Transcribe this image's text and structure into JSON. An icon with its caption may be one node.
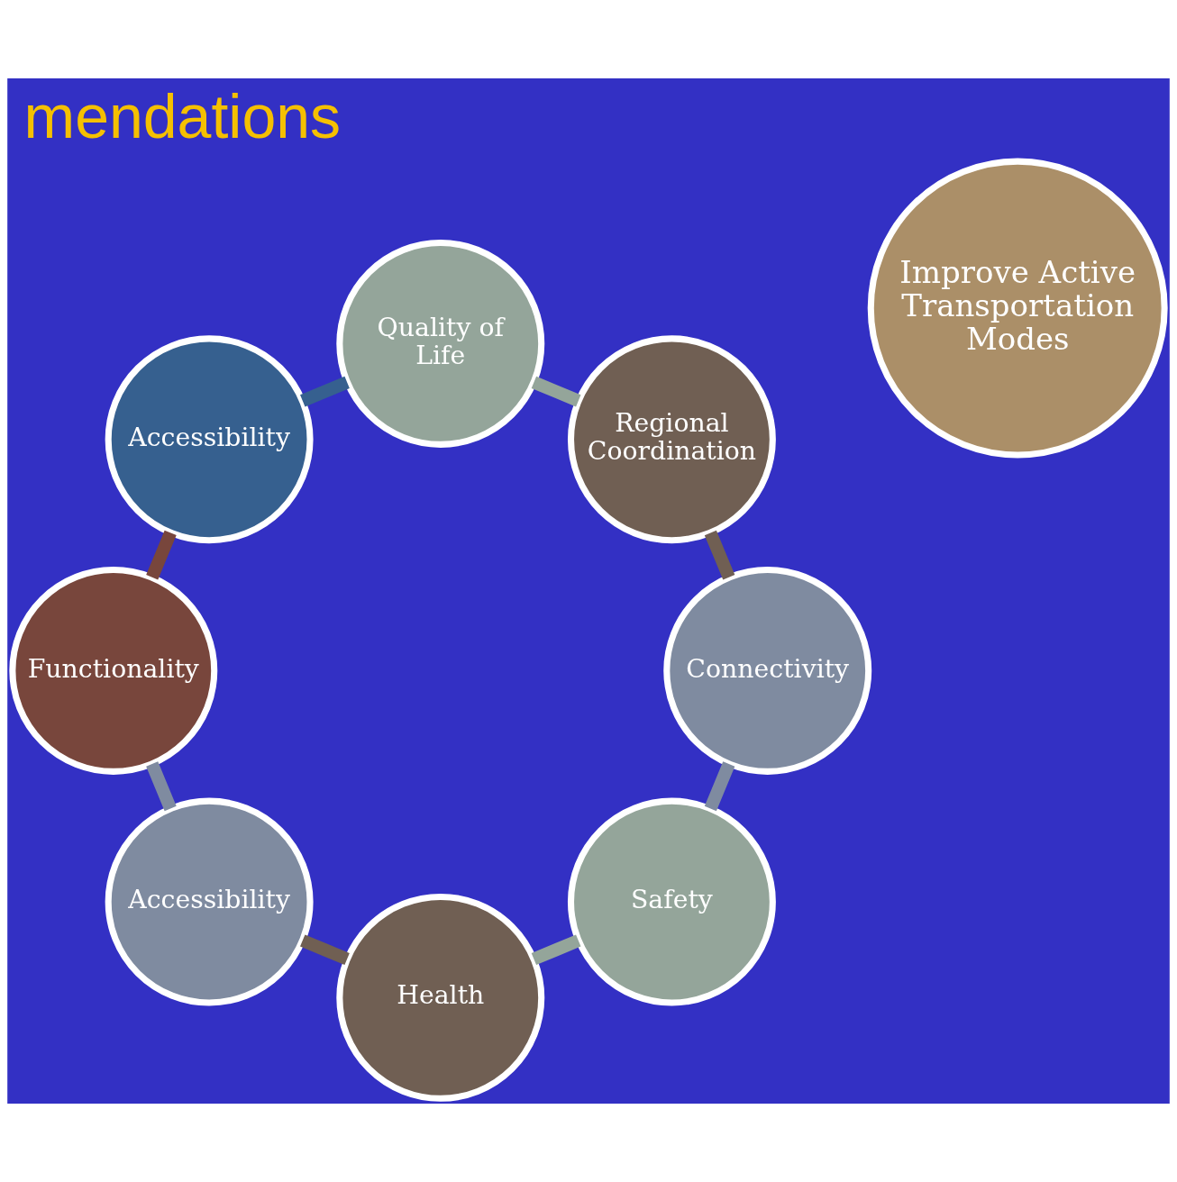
{
  "diagram": {
    "title": "mendations",
    "nodes": [
      {
        "text": [
          "Safety"
        ]
      },
      {
        "text": [
          "Connectivity"
        ]
      },
      {
        "text": [
          "Health"
        ]
      },
      {
        "text": [
          "Improve Active Transportation Modes"
        ]
      },
      {
        "text": [
          "Regional Coordination"
        ]
      },
      {
        "text": [
          "Accessibility"
        ]
      },
      {
        "text": [
          "Quality of Life"
        ]
      },
      {
        "text": [
          "Functionality"
        ]
      },
      {
        "text": [
          "Accessibility"
        ]
      }
    ],
    "edges": [
      {
        "from": 0,
        "to": 2,
        "arrow": "none",
        "color": "#94a59a"
      },
      {
        "from": 2,
        "to": 5,
        "arrow": "none",
        "color": "#705f53"
      },
      {
        "from": 5,
        "to": 7,
        "arrow": "none",
        "color": "#7f8ba0"
      },
      {
        "from": 7,
        "to": 8,
        "arrow": "none",
        "color": "#78463c"
      },
      {
        "from": 8,
        "to": 6,
        "arrow": "none",
        "color": "#36608f"
      },
      {
        "from": 6,
        "to": 4,
        "arrow": "none",
        "color": "#94a59a"
      },
      {
        "from": 4,
        "to": 1,
        "arrow": "none",
        "color": "#705f53"
      },
      {
        "from": 1,
        "to": 0,
        "arrow": "none",
        "color": "#7f8ba0"
      }
    ]
  }
}
